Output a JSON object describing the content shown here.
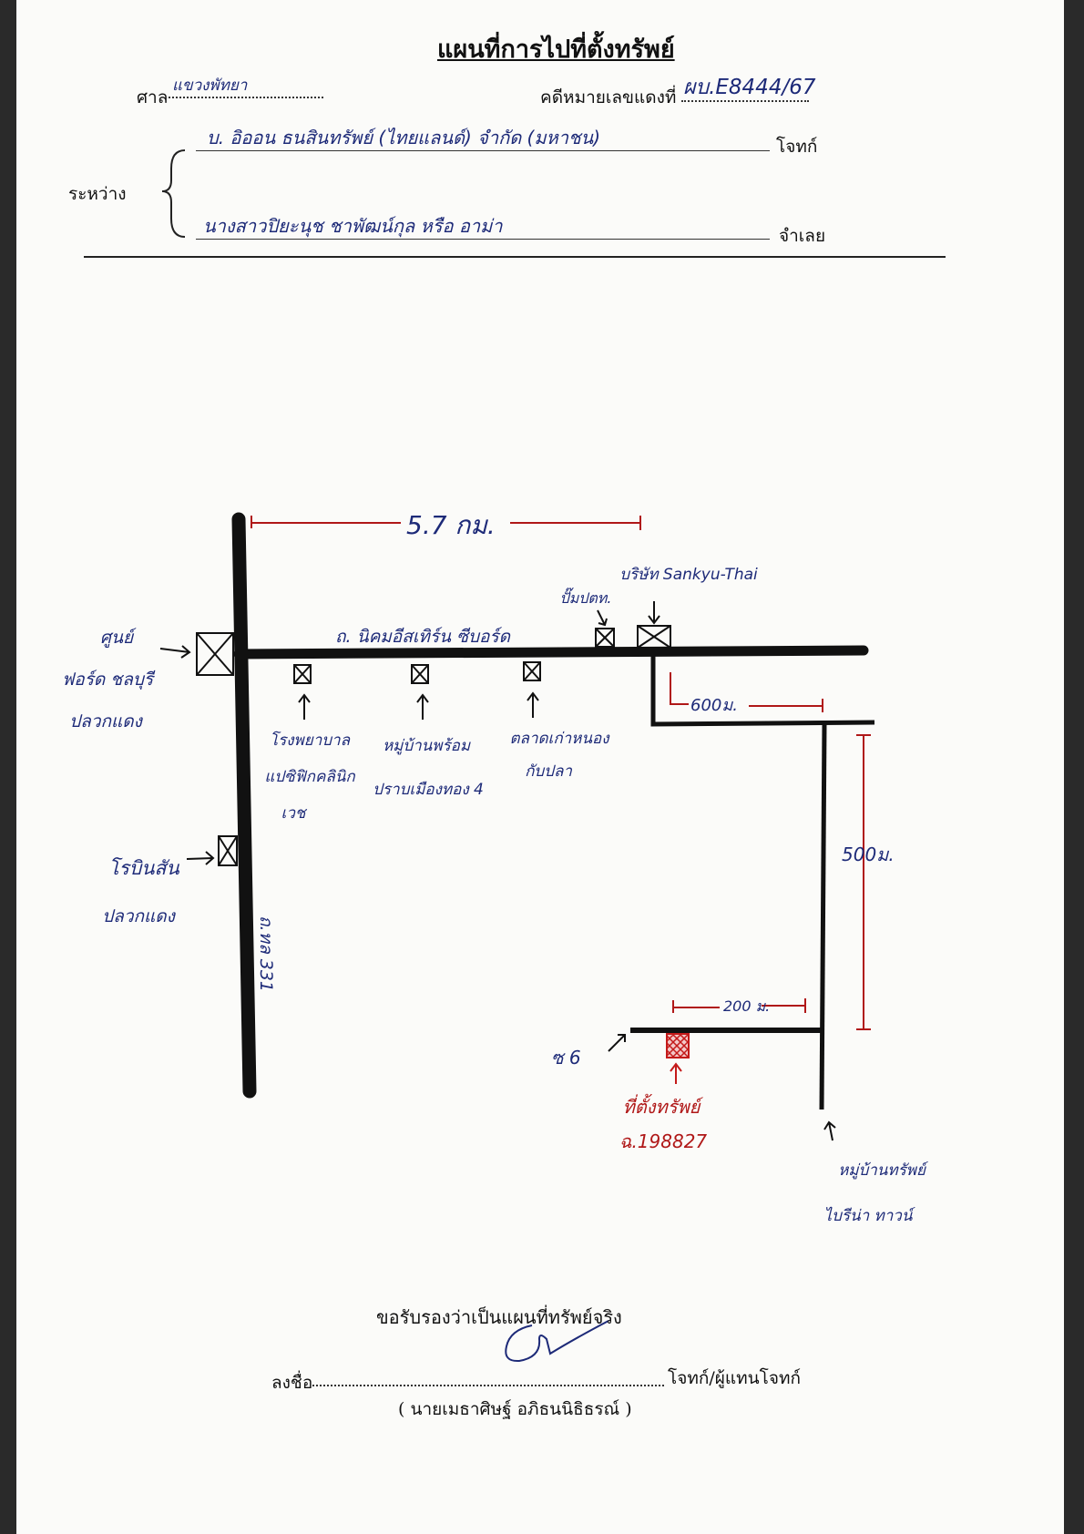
{
  "header": {
    "title": "แผนที่การไปที่ตั้งทรัพย์",
    "court_label": "ศาล",
    "court_value": "แขวงพัทยา",
    "case_label": "คดีหมายเลขแดงที่",
    "case_value": "ผบ.E8444/67",
    "between_label": "ระหว่าง",
    "plaintiff_value": "บ. อิออน ธนสินทรัพย์ (ไทยแลนด์) จำกัด (มหาชน)",
    "plaintiff_label": "โจทก์",
    "defendant_value": "นางสาวปิยะนุช ชาพัฒน์กุล หรือ อาม่า",
    "defendant_label": "จำเลย"
  },
  "map": {
    "dist_top": "5.7 กม.",
    "road_main": "ถ. นิคมอีสเทิร์น ซีบอร์ด",
    "road_side": "ถ.ทล 331",
    "label_ford": [
      "ศูนย์",
      "ฟอร์ด ชลบุรี",
      "ปลวกแดง"
    ],
    "label_robinson": [
      "โรบินสัน",
      "ปลวกแดง"
    ],
    "label_hospital": [
      "โรงพยาบาล",
      "แปซิฟิกคลินิก",
      "เวช"
    ],
    "label_village1": [
      "หมู่บ้านพร้อม",
      "ปราบเมืองทอง 4"
    ],
    "label_market": [
      "ตลาดเก่าหนอง",
      "กับปลา"
    ],
    "label_gas": "ปั๊มปตท.",
    "label_company": "บริษัท Sankyu-Thai",
    "dist_600": "600ม.",
    "dist_500": "500ม.",
    "dist_200": "200 ม.",
    "label_soi": "ซ 6",
    "label_property": "ที่ตั้งทรัพย์",
    "label_deed": "ฉ.198827",
    "label_village2": [
      "หมู่บ้านทรัพย์",
      "ไบรีน่า ทาวน์"
    ]
  },
  "footer": {
    "certify": "ขอรับรองว่าเป็นแผนที่ทรัพย์จริง",
    "sign_label": "ลงชื่อ",
    "sign_role": "โจทก์/ผู้แทนโจทก์",
    "sign_name": "( นายเมธาศิษฐ์ อภิธนนิธิธรณ์ )"
  }
}
